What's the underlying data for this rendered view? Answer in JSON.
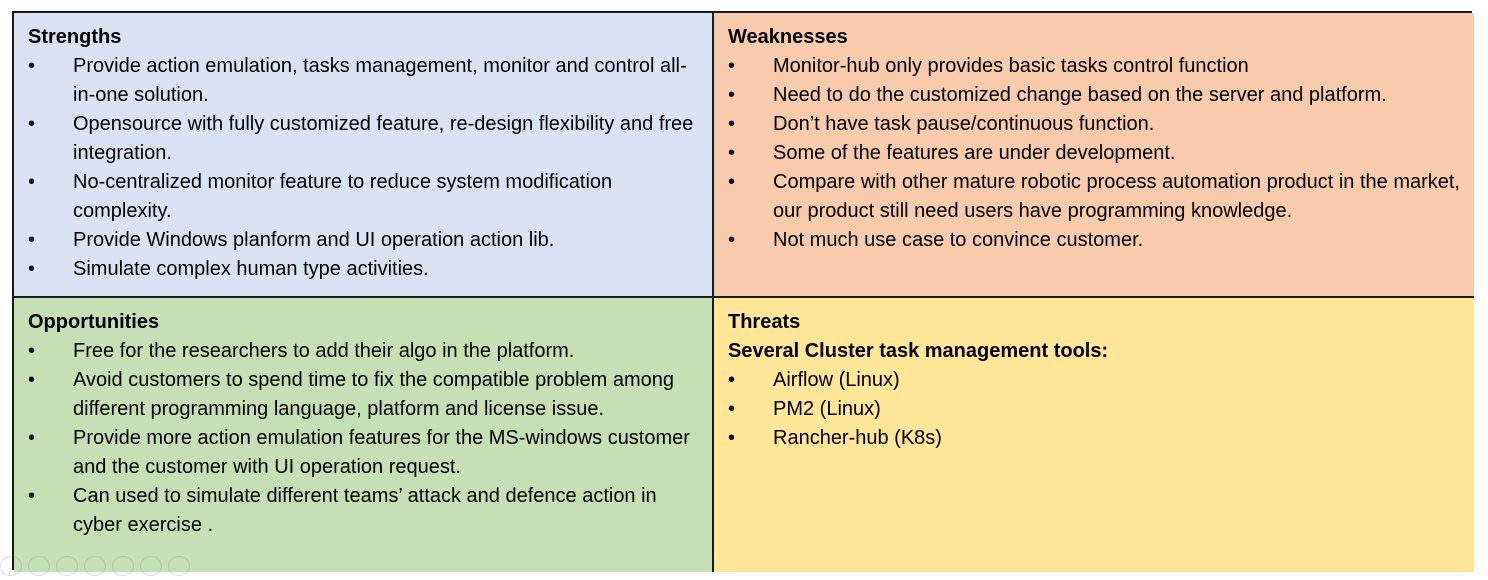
{
  "strengths": {
    "title": "Strengths",
    "items": [
      "Provide action emulation, tasks management, monitor and control all-in-one solution.",
      "Opensource with fully customized feature,  re-design flexibility and free integration.",
      "No-centralized monitor feature to reduce system modification complexity.",
      "Provide Windows planform and UI operation action lib.",
      "Simulate complex human type activities."
    ]
  },
  "weaknesses": {
    "title": "Weaknesses",
    "items": [
      "Monitor-hub only provides basic tasks control function",
      "Need to do the customized change based on the server and platform.",
      "Don’t have task pause/continuous function.",
      "Some of the features are under development.",
      "Compare with other mature robotic process automation product in the market, our product still need users have programming knowledge.",
      "Not much use case to convince customer."
    ]
  },
  "opportunities": {
    "title": "Opportunities",
    "items": [
      "Free for the researchers to add their algo in the platform.",
      "Avoid customers to spend time to fix the compatible problem among different programming language, platform and license issue.",
      "Provide more action emulation features for the MS-windows customer and the customer with UI operation request.",
      "Can used to simulate different teams’ attack and defence action in cyber exercise ."
    ]
  },
  "threats": {
    "title": "Threats",
    "subtitle": "Several Cluster task management tools:",
    "items": [
      "Airflow (Linux)",
      "PM2 (Linux)",
      "Rancher-hub (K8s)"
    ]
  },
  "bullet_char": "•",
  "colors": {
    "strengths_bg": "#dae3f3",
    "weaknesses_bg": "#f8cbad",
    "opportunities_bg": "#c5e0b4",
    "threats_bg": "#ffe699",
    "border": "#1a1a1a"
  }
}
